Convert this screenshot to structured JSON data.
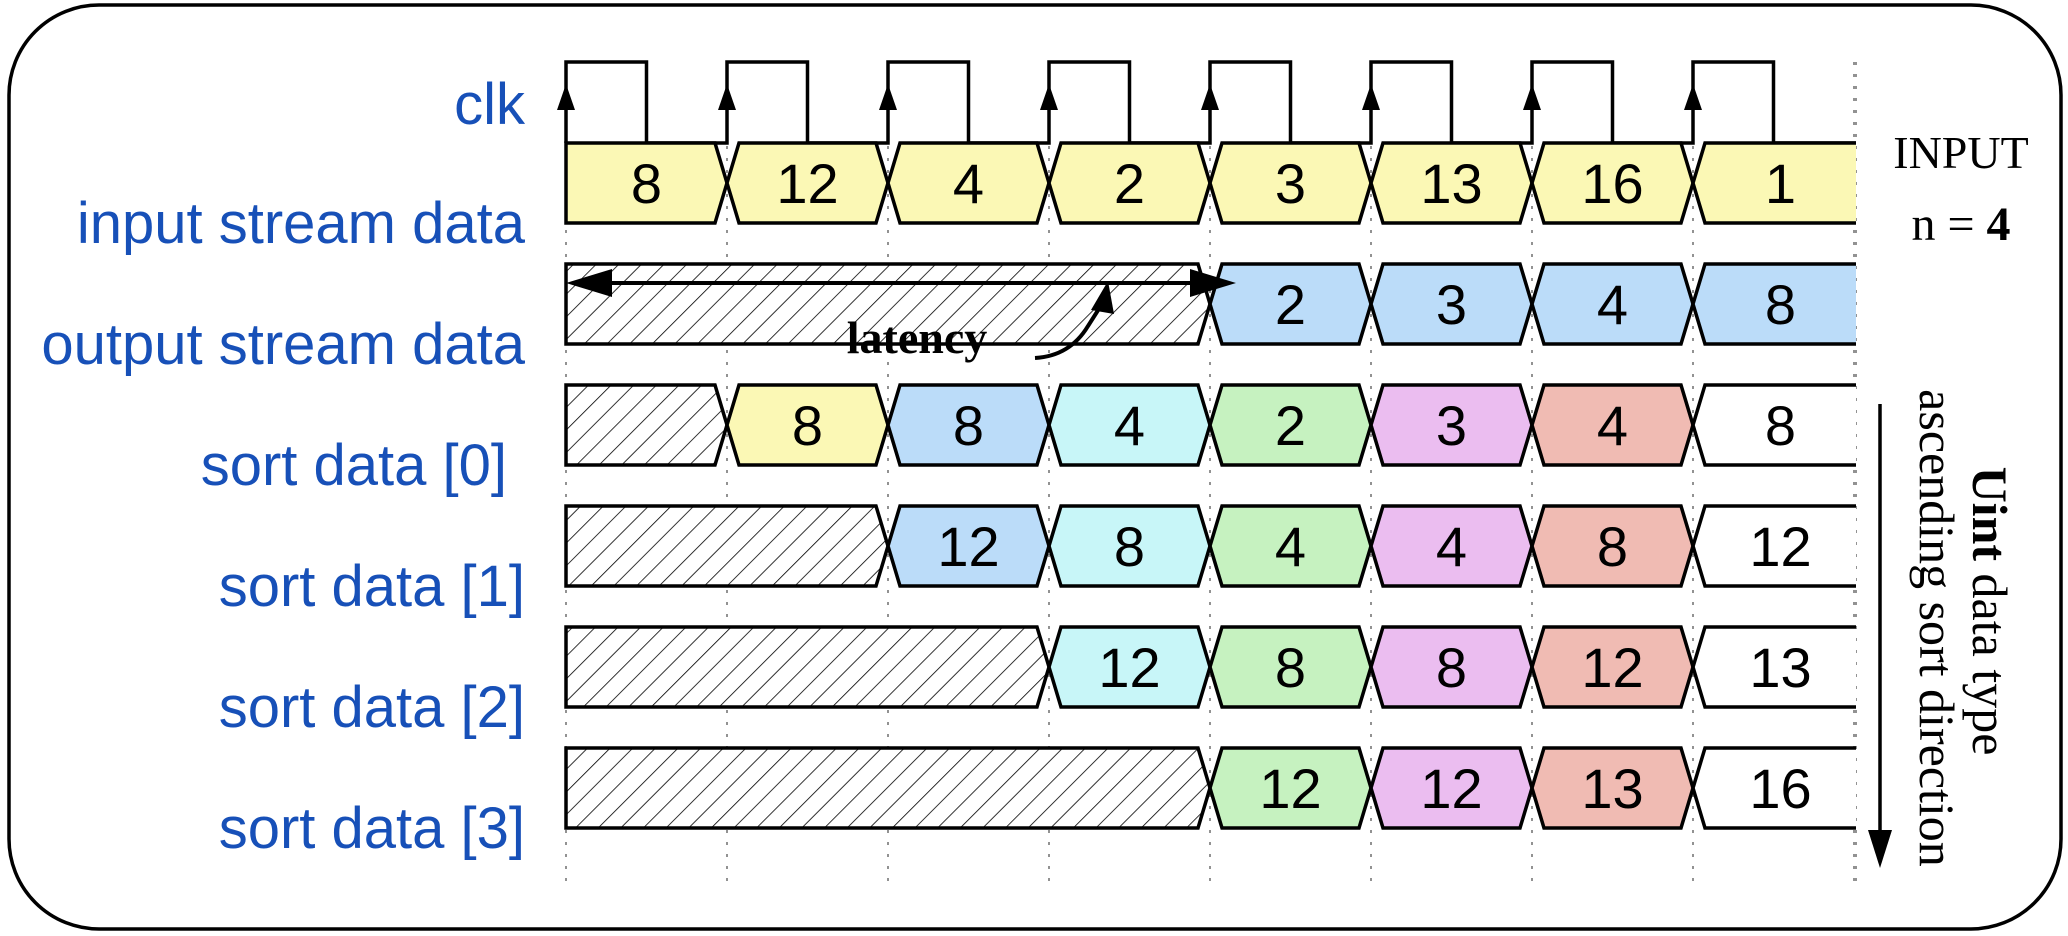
{
  "signals": {
    "clk": "clk",
    "input": "input stream data",
    "output": "output stream data",
    "sort0": "sort data [0]",
    "sort1": "sort data [1]",
    "sort2": "sort data [2]",
    "sort3": "sort data [3]"
  },
  "annotations": {
    "input_heading": "INPUT",
    "n_prefix": "n = ",
    "n_value": "4",
    "latency": "latency",
    "type_bold": "Uint",
    "type_rest": " data type",
    "sort_direction": "ascending sort direction"
  },
  "colors": {
    "label": "#1750b8",
    "yellow": "#fbf8b5",
    "blue": "#bbdcf9",
    "cyan": "#c8f6f8",
    "green": "#c6f2c0",
    "violet": "#ebbdf0",
    "pink": "#f0bbb3",
    "white": "#ffffff"
  },
  "clock_cycles": 8,
  "rows": [
    {
      "key": "input",
      "hatch_cycles": 0,
      "cells": [
        {
          "v": "8",
          "c": "yellow"
        },
        {
          "v": "12",
          "c": "yellow"
        },
        {
          "v": "4",
          "c": "yellow"
        },
        {
          "v": "2",
          "c": "yellow"
        },
        {
          "v": "3",
          "c": "yellow"
        },
        {
          "v": "13",
          "c": "yellow"
        },
        {
          "v": "16",
          "c": "yellow"
        },
        {
          "v": "1",
          "c": "yellow"
        }
      ]
    },
    {
      "key": "output",
      "hatch_cycles": 4,
      "cells": [
        {
          "v": "2",
          "c": "blue"
        },
        {
          "v": "3",
          "c": "blue"
        },
        {
          "v": "4",
          "c": "blue"
        },
        {
          "v": "8",
          "c": "blue"
        }
      ]
    },
    {
      "key": "sort0",
      "hatch_cycles": 1,
      "cells": [
        {
          "v": "8",
          "c": "yellow"
        },
        {
          "v": "8",
          "c": "blue"
        },
        {
          "v": "4",
          "c": "cyan"
        },
        {
          "v": "2",
          "c": "green"
        },
        {
          "v": "3",
          "c": "violet"
        },
        {
          "v": "4",
          "c": "pink"
        },
        {
          "v": "8",
          "c": "white"
        }
      ]
    },
    {
      "key": "sort1",
      "hatch_cycles": 2,
      "cells": [
        {
          "v": "12",
          "c": "blue"
        },
        {
          "v": "8",
          "c": "cyan"
        },
        {
          "v": "4",
          "c": "green"
        },
        {
          "v": "4",
          "c": "violet"
        },
        {
          "v": "8",
          "c": "pink"
        },
        {
          "v": "12",
          "c": "white"
        }
      ]
    },
    {
      "key": "sort2",
      "hatch_cycles": 3,
      "cells": [
        {
          "v": "12",
          "c": "cyan"
        },
        {
          "v": "8",
          "c": "green"
        },
        {
          "v": "8",
          "c": "violet"
        },
        {
          "v": "12",
          "c": "pink"
        },
        {
          "v": "13",
          "c": "white"
        }
      ]
    },
    {
      "key": "sort3",
      "hatch_cycles": 4,
      "cells": [
        {
          "v": "12",
          "c": "green"
        },
        {
          "v": "12",
          "c": "violet"
        },
        {
          "v": "13",
          "c": "pink"
        },
        {
          "v": "16",
          "c": "white"
        }
      ]
    }
  ]
}
